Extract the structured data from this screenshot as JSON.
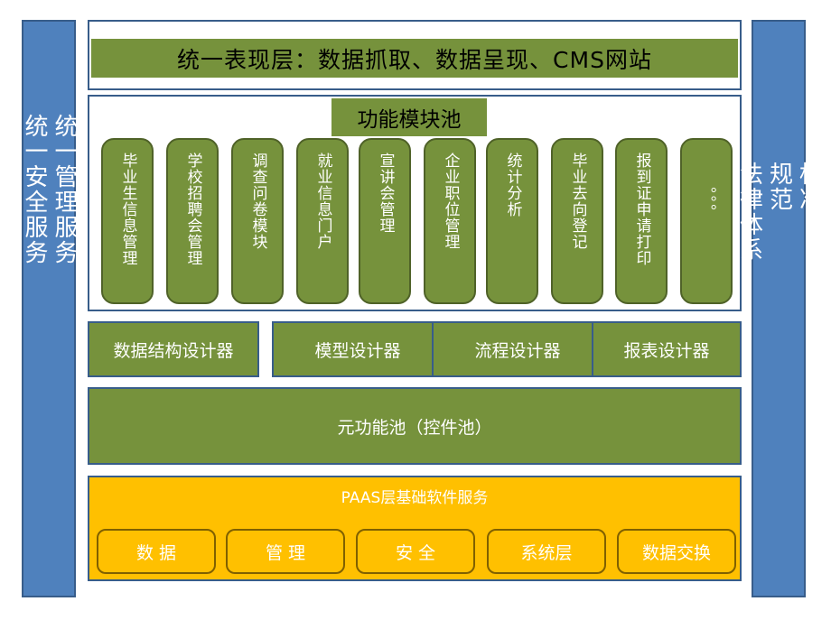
{
  "left_bar": {
    "text": "统一管理服务\n统一安全服务"
  },
  "right_bar": {
    "text": "标准\n规范\n法律体系"
  },
  "presentation_layer": {
    "text": "统一表现层：数据抓取、数据呈现、CMS网站"
  },
  "module_pool": {
    "title": "功能模块池",
    "modules": [
      "毕业生信息管理",
      "学校招聘会管理",
      "调查问卷模块",
      "就业信息门户",
      "宣讲会管理",
      "企业职位管理",
      "统计分析",
      "毕业去向登记",
      "报到证申请打印",
      "。。。"
    ]
  },
  "designers": [
    "数据结构设计器",
    "模型设计器",
    "流程设计器",
    "报表设计器"
  ],
  "meta_pool": {
    "text": "元功能池（控件池）"
  },
  "paas": {
    "title": "PAAS层基础软件服务",
    "items": [
      "数 据",
      "管 理",
      "安 全",
      "系统层",
      "数据交换"
    ]
  },
  "colors": {
    "blue": "#4f81bd",
    "green": "#76923c",
    "gold": "#ffc000",
    "border": "#385d8a"
  }
}
